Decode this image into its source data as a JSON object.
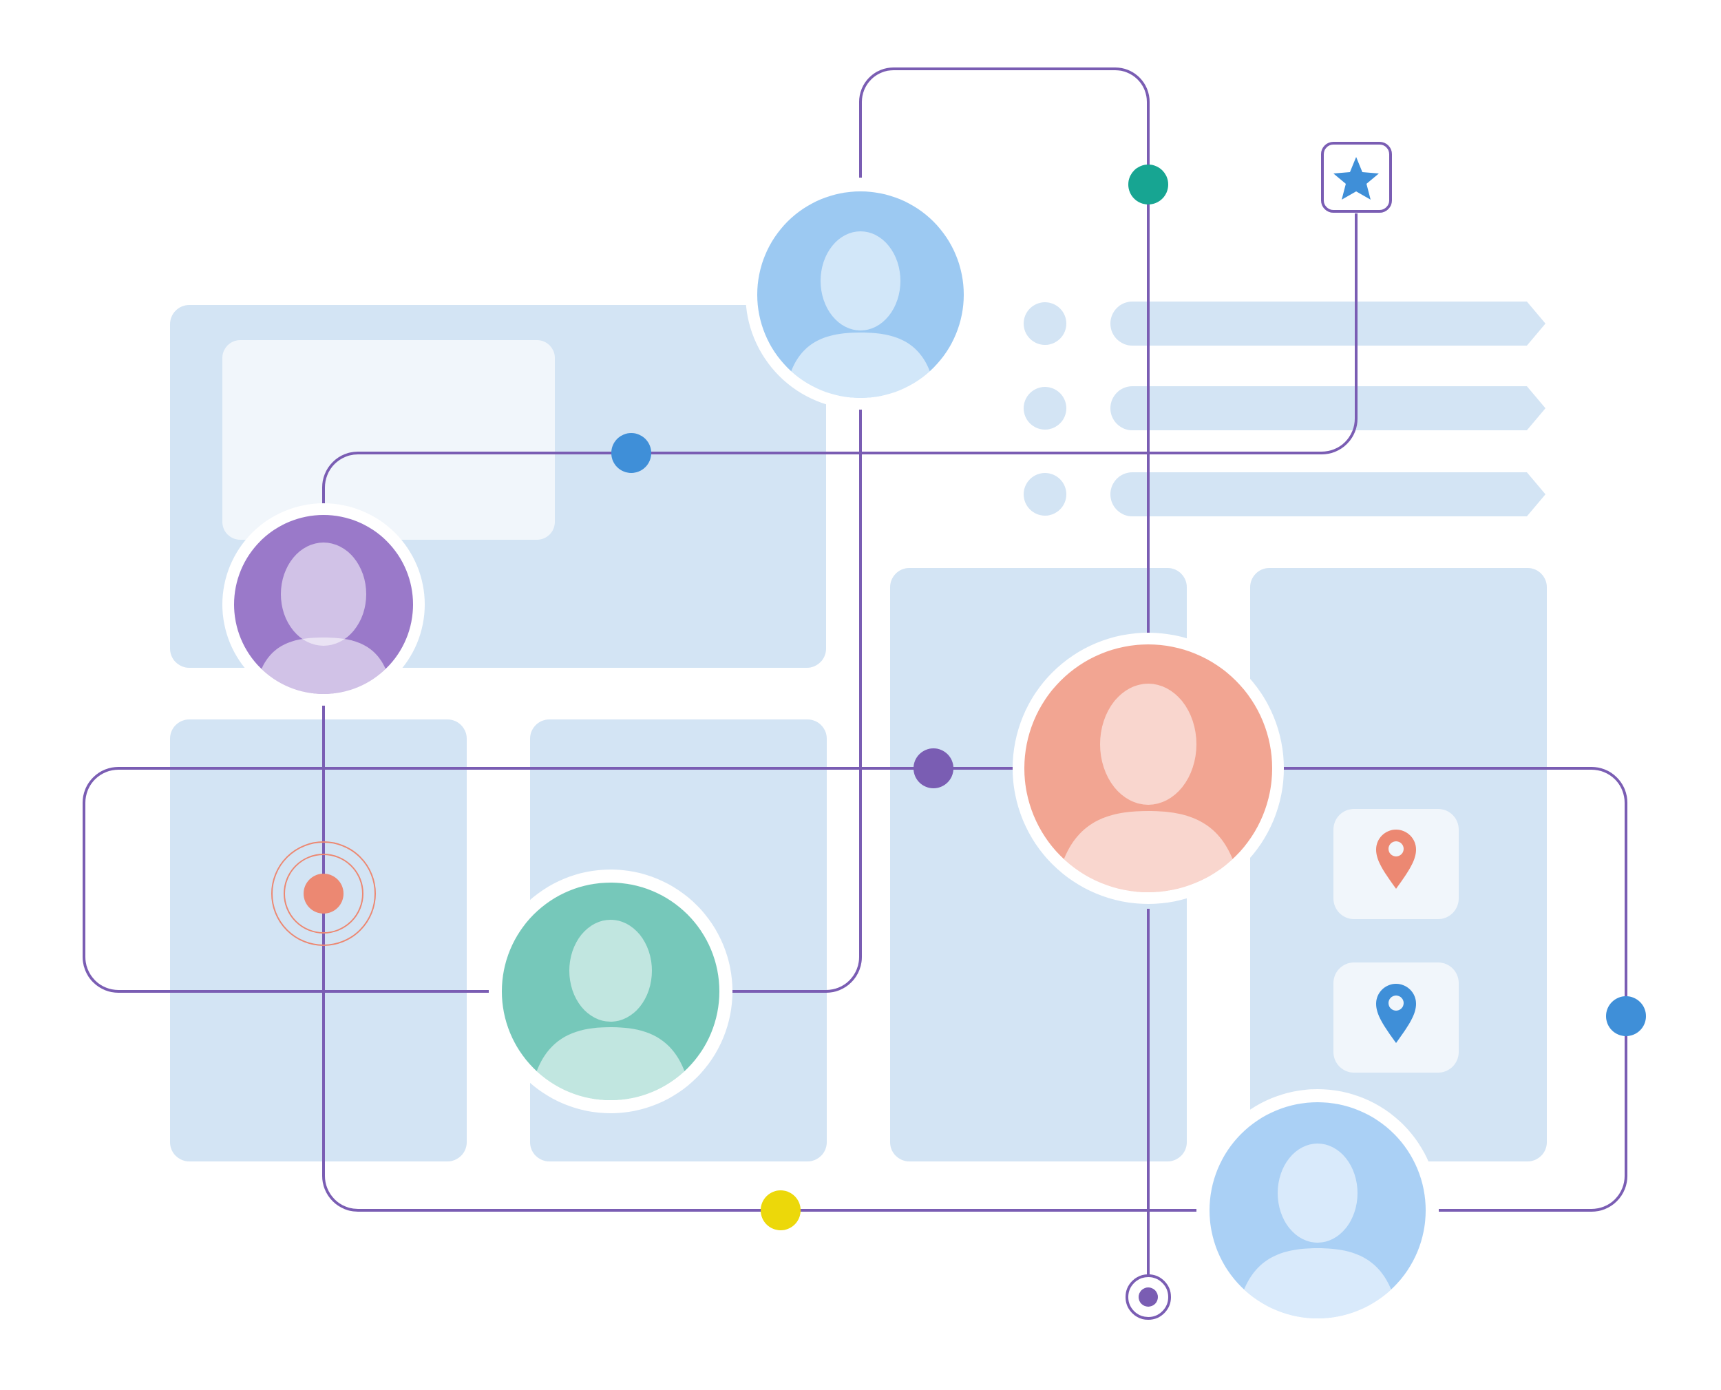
{
  "colors": {
    "page_background": "#ffffff",
    "card_fill": "#d3e4f4",
    "card_inner_fill": "#f1f6fb",
    "connector_line": "#7a5db3",
    "dot_blue": "#3f8fd8",
    "dot_teal": "#17a592",
    "dot_purple": "#7a5db3",
    "dot_yellow": "#ecd80a",
    "dot_coral": "#ec8872",
    "avatar_ring": "#ffffff"
  },
  "icons": {
    "star": "star-icon",
    "pin_coral": "map-pin-icon",
    "pin_blue": "map-pin-icon",
    "target": "target-icon",
    "pulse": "pulse-icon"
  },
  "avatars": [
    {
      "id": "person-top",
      "background": "#9cc9f2"
    },
    {
      "id": "person-left",
      "background": "#9a79c9"
    },
    {
      "id": "person-right",
      "background": "#f2a592"
    },
    {
      "id": "person-bottom-mid",
      "background": "#76c8ba"
    },
    {
      "id": "person-bottom-right",
      "background": "#aad0f5"
    }
  ]
}
